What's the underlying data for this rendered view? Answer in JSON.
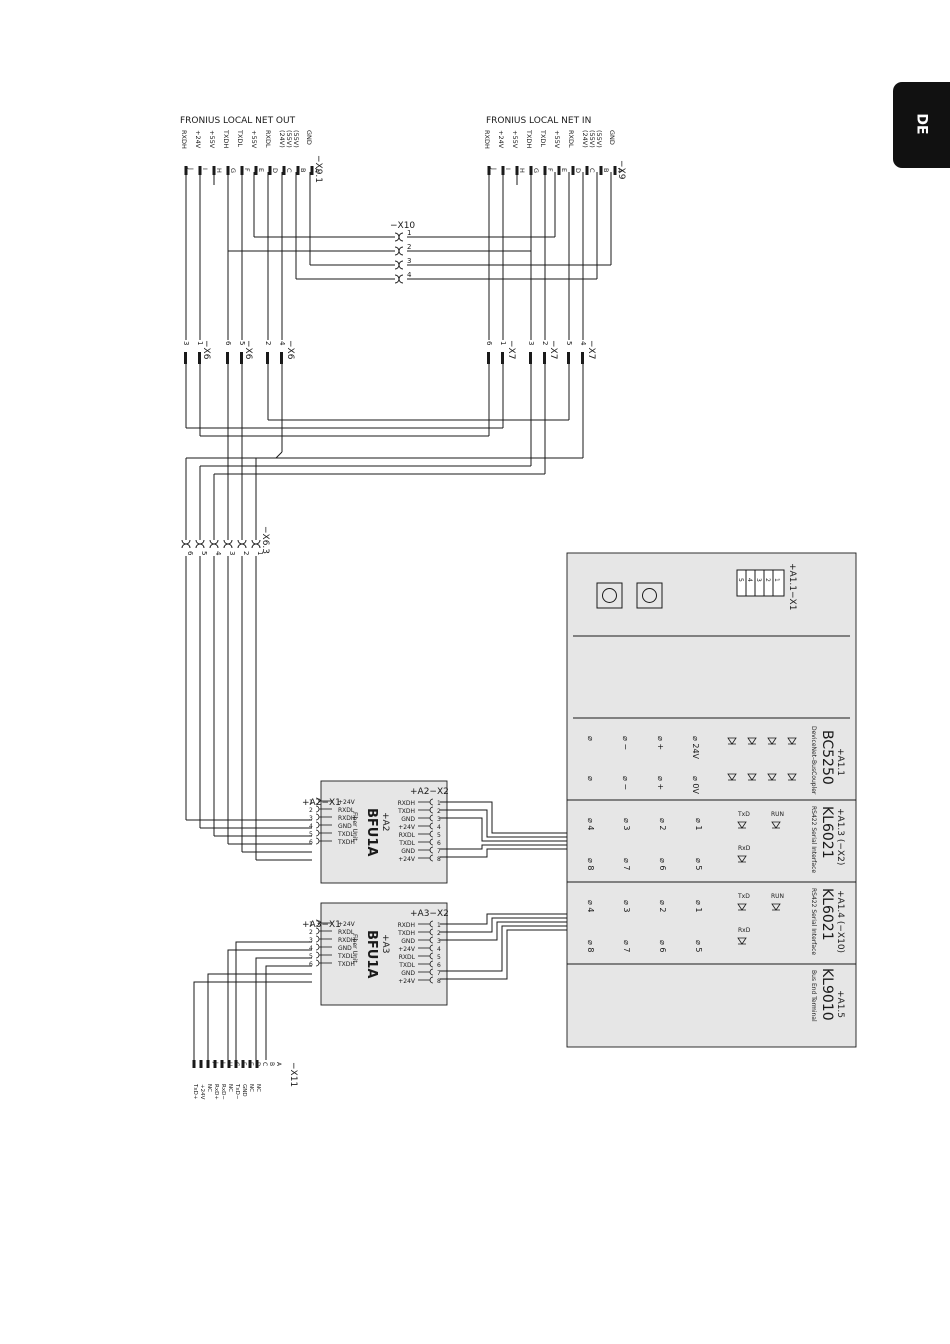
{
  "lang_tab": "DE",
  "net_out": {
    "title": "FRONIUS  LOCAL  NET  OUT",
    "signals": [
      "RXDH",
      "+24V",
      "+55V",
      "TXDH",
      "TXDL",
      "+55V",
      "RXDL",
      "(24V)",
      "(55V)",
      "(55V)",
      "GND"
    ],
    "letters": [
      "J",
      "I",
      "H",
      "G",
      "F",
      "E",
      "D",
      "C",
      "B",
      "A"
    ],
    "connector": "−X9.1"
  },
  "net_in": {
    "title": "FRONIUS  LOCAL  NET  IN",
    "signals": [
      "RXDH",
      "+24V",
      "+55V",
      "TXDH",
      "TXDL",
      "+55V",
      "RXDL",
      "(24V)",
      "(55V)",
      "(55V)",
      "GND"
    ],
    "letters": [
      "J",
      "I",
      "H",
      "G",
      "F",
      "E",
      "D",
      "C",
      "B",
      "A"
    ],
    "connector": "−X9"
  },
  "x10": {
    "label": "−X10",
    "pins": [
      "1",
      "2",
      "3",
      "4"
    ]
  },
  "x6_upper": [
    {
      "pins": [
        "3",
        "1"
      ],
      "label": "−X6"
    },
    {
      "pins": [
        "6",
        "5"
      ],
      "label": "−X6"
    },
    {
      "pins": [
        "2",
        "4"
      ],
      "label": "−X6"
    }
  ],
  "x7": [
    {
      "pins": [
        "6",
        "1"
      ],
      "label": "−X7"
    },
    {
      "pins": [
        "3",
        "2"
      ],
      "label": "−X7"
    },
    {
      "pins": [
        "5",
        "4"
      ],
      "label": "−X7"
    }
  ],
  "x63": {
    "label": "−X6.3",
    "pins": [
      "6",
      "5",
      "4",
      "3",
      "2",
      "1"
    ]
  },
  "a2": {
    "ref": "+A2",
    "model": "BFU1A",
    "desc": "Fiber Unit",
    "x1_label": "+A2−X1",
    "x2_label": "+A2−X2",
    "x1_signals": [
      "+24V",
      "RXDL",
      "RXDH",
      "GND",
      "TXDL",
      "TXDH"
    ],
    "x1_pins": [
      "1",
      "2",
      "3",
      "4",
      "5",
      "6"
    ],
    "x2_signals": [
      "RXDH",
      "TXDH",
      "GND",
      "+24V",
      "RXDL",
      "TXDL",
      "GND",
      "+24V"
    ],
    "x2_pins": [
      "1",
      "2",
      "3",
      "4",
      "5",
      "6",
      "7",
      "8"
    ]
  },
  "a3": {
    "ref": "+A3",
    "model": "BFU1A",
    "desc": "Fiber Unit",
    "x1_label": "+A3−X1",
    "x2_label": "+A3−X2",
    "x1_signals": [
      "+24V",
      "RXDL",
      "RXDH",
      "GND",
      "TXDL",
      "TXDH"
    ],
    "x1_pins": [
      "1",
      "2",
      "3",
      "4",
      "5",
      "6"
    ],
    "x2_signals": [
      "RXDH",
      "TXDH",
      "GND",
      "+24V",
      "RXDL",
      "TXDL",
      "GND",
      "+24V"
    ],
    "x2_pins": [
      "1",
      "2",
      "3",
      "4",
      "5",
      "6",
      "7",
      "8"
    ]
  },
  "x11": {
    "label": "−X11",
    "letters": [
      "J",
      "I",
      "H",
      "G",
      "F",
      "E",
      "D",
      "C",
      "B",
      "A"
    ],
    "signals": [
      "TxD+",
      "+24V",
      "NC",
      "RxD+",
      "RxD−",
      "NC",
      "TxD−",
      "GND",
      "NC",
      "NC"
    ]
  },
  "rack": {
    "terminal_label": "+A1.1−X1",
    "terminal_pins": [
      "5",
      "4",
      "3",
      "2",
      "1"
    ],
    "bc5250": {
      "ref": "+A1.1",
      "model": "BC5250",
      "desc": "DeviceNet–BusCoupler",
      "col_a": [
        "⌀",
        "⌀ −",
        "⌀ +",
        "⌀ 24V"
      ],
      "col_b": [
        "⌀",
        "⌀ −",
        "⌀ +",
        "⌀ 0V"
      ]
    },
    "kl6021_1": {
      "ref": "+A1.3 (−X2)",
      "model": "KL6021",
      "desc": "RS422 Serial Interface",
      "top_pins": [
        "4",
        "3",
        "2",
        "1"
      ],
      "bottom_pins": [
        "8",
        "7",
        "6",
        "5"
      ],
      "leds": [
        "TxD",
        "RUN",
        "RxD"
      ]
    },
    "kl6021_2": {
      "ref": "+A1.4 (−X10)",
      "model": "KL6021",
      "desc": "RS422 Serial Interface",
      "top_pins": [
        "4",
        "3",
        "2",
        "1"
      ],
      "bottom_pins": [
        "8",
        "7",
        "6",
        "5"
      ],
      "leds": [
        "TxD",
        "RUN",
        "RxD"
      ]
    },
    "kl9010": {
      "ref": "+A1.5",
      "model": "KL9010",
      "desc": "Bus End Terminal"
    }
  }
}
